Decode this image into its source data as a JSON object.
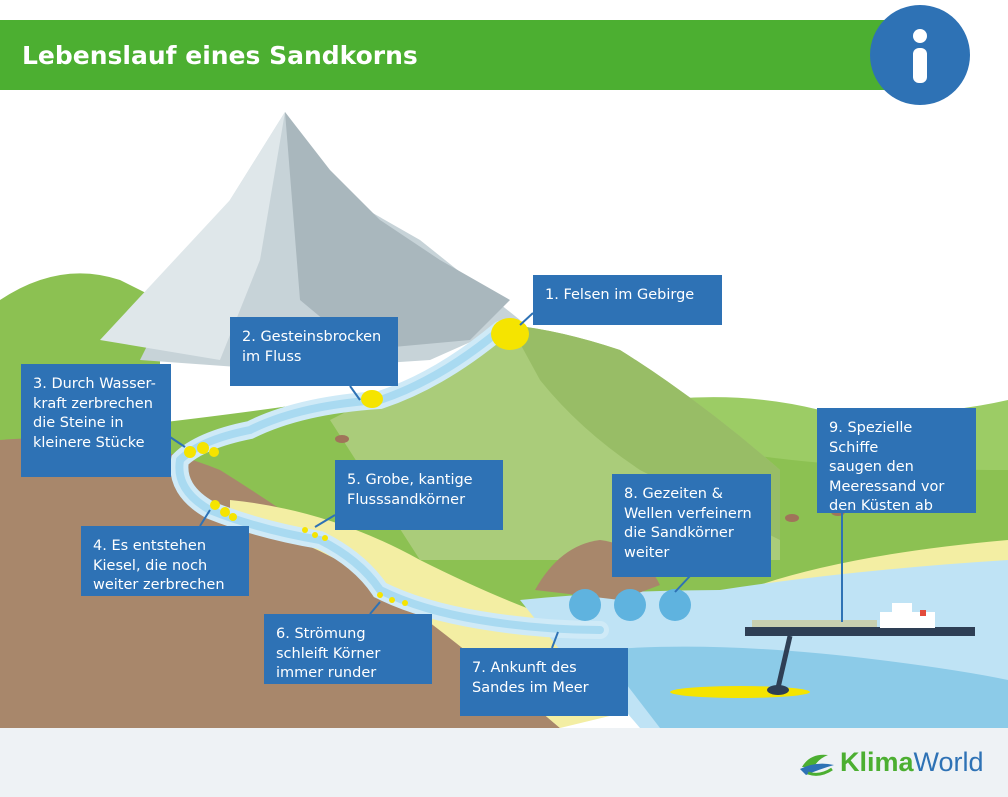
{
  "header": {
    "title": "Lebenslauf eines Sandkorns",
    "color": "#4caf31"
  },
  "info_button": {
    "icon": "info-icon",
    "color": "#2e72b5"
  },
  "steps": [
    {
      "label": "1. Felsen im Gebirge"
    },
    {
      "label": "2. Gesteinsbrocken\nim Fluss"
    },
    {
      "label": "3. Durch Wasser-\nkraft zerbrechen\ndie Steine in\nkleinere Stücke"
    },
    {
      "label": "4. Es entstehen\nKiesel, die noch\nweiter zerbrechen"
    },
    {
      "label": "5. Grobe, kantige\nFlusssandkörner"
    },
    {
      "label": "6. Strömung\nschleift Körner\nimmer runder"
    },
    {
      "label": "7. Ankunft des\nSandes im Meer"
    },
    {
      "label": "8. Gezeiten &\nWellen verfeinern\ndie Sandkörner\nweiter"
    },
    {
      "label": "9. Spezielle Schiffe\nsaugen den\nMeeressand vor\nden Küsten ab"
    }
  ],
  "logo": {
    "part1": "Klima",
    "part2": "World"
  },
  "colors": {
    "box": "#2e72b5",
    "grass": "#8cc152",
    "soil": "#a8876b",
    "water": "#bfe3f5",
    "sand": "#f3eea3",
    "rock": "#a9b7bd"
  }
}
